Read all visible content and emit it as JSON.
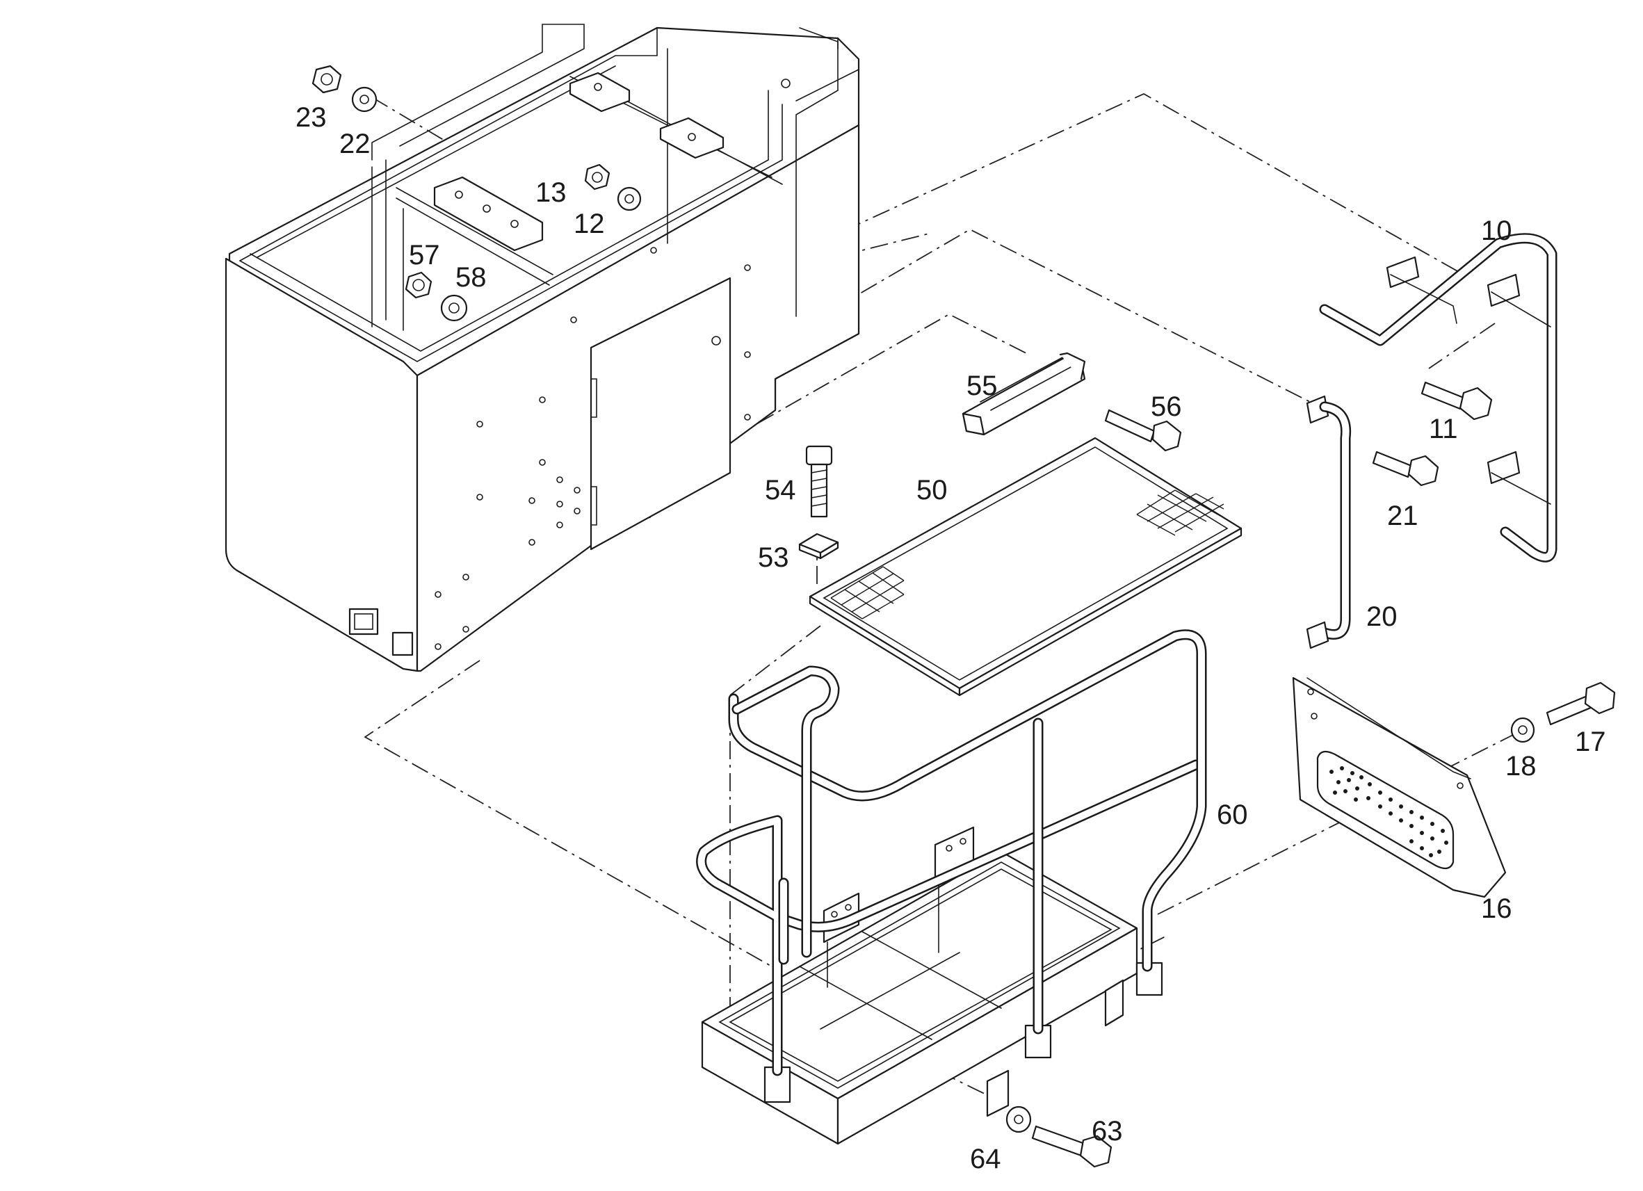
{
  "callouts": {
    "c10": "10",
    "c11": "11",
    "c12": "12",
    "c13": "13",
    "c16": "16",
    "c17": "17",
    "c18": "18",
    "c20": "20",
    "c21": "21",
    "c22": "22",
    "c23": "23",
    "c50": "50",
    "c53": "53",
    "c54": "54",
    "c55": "55",
    "c56": "56",
    "c57": "57",
    "c58": "58",
    "c60": "60",
    "c63": "63",
    "c64": "64"
  },
  "colors": {
    "line": "#1a1a1a",
    "background": "#ffffff"
  }
}
